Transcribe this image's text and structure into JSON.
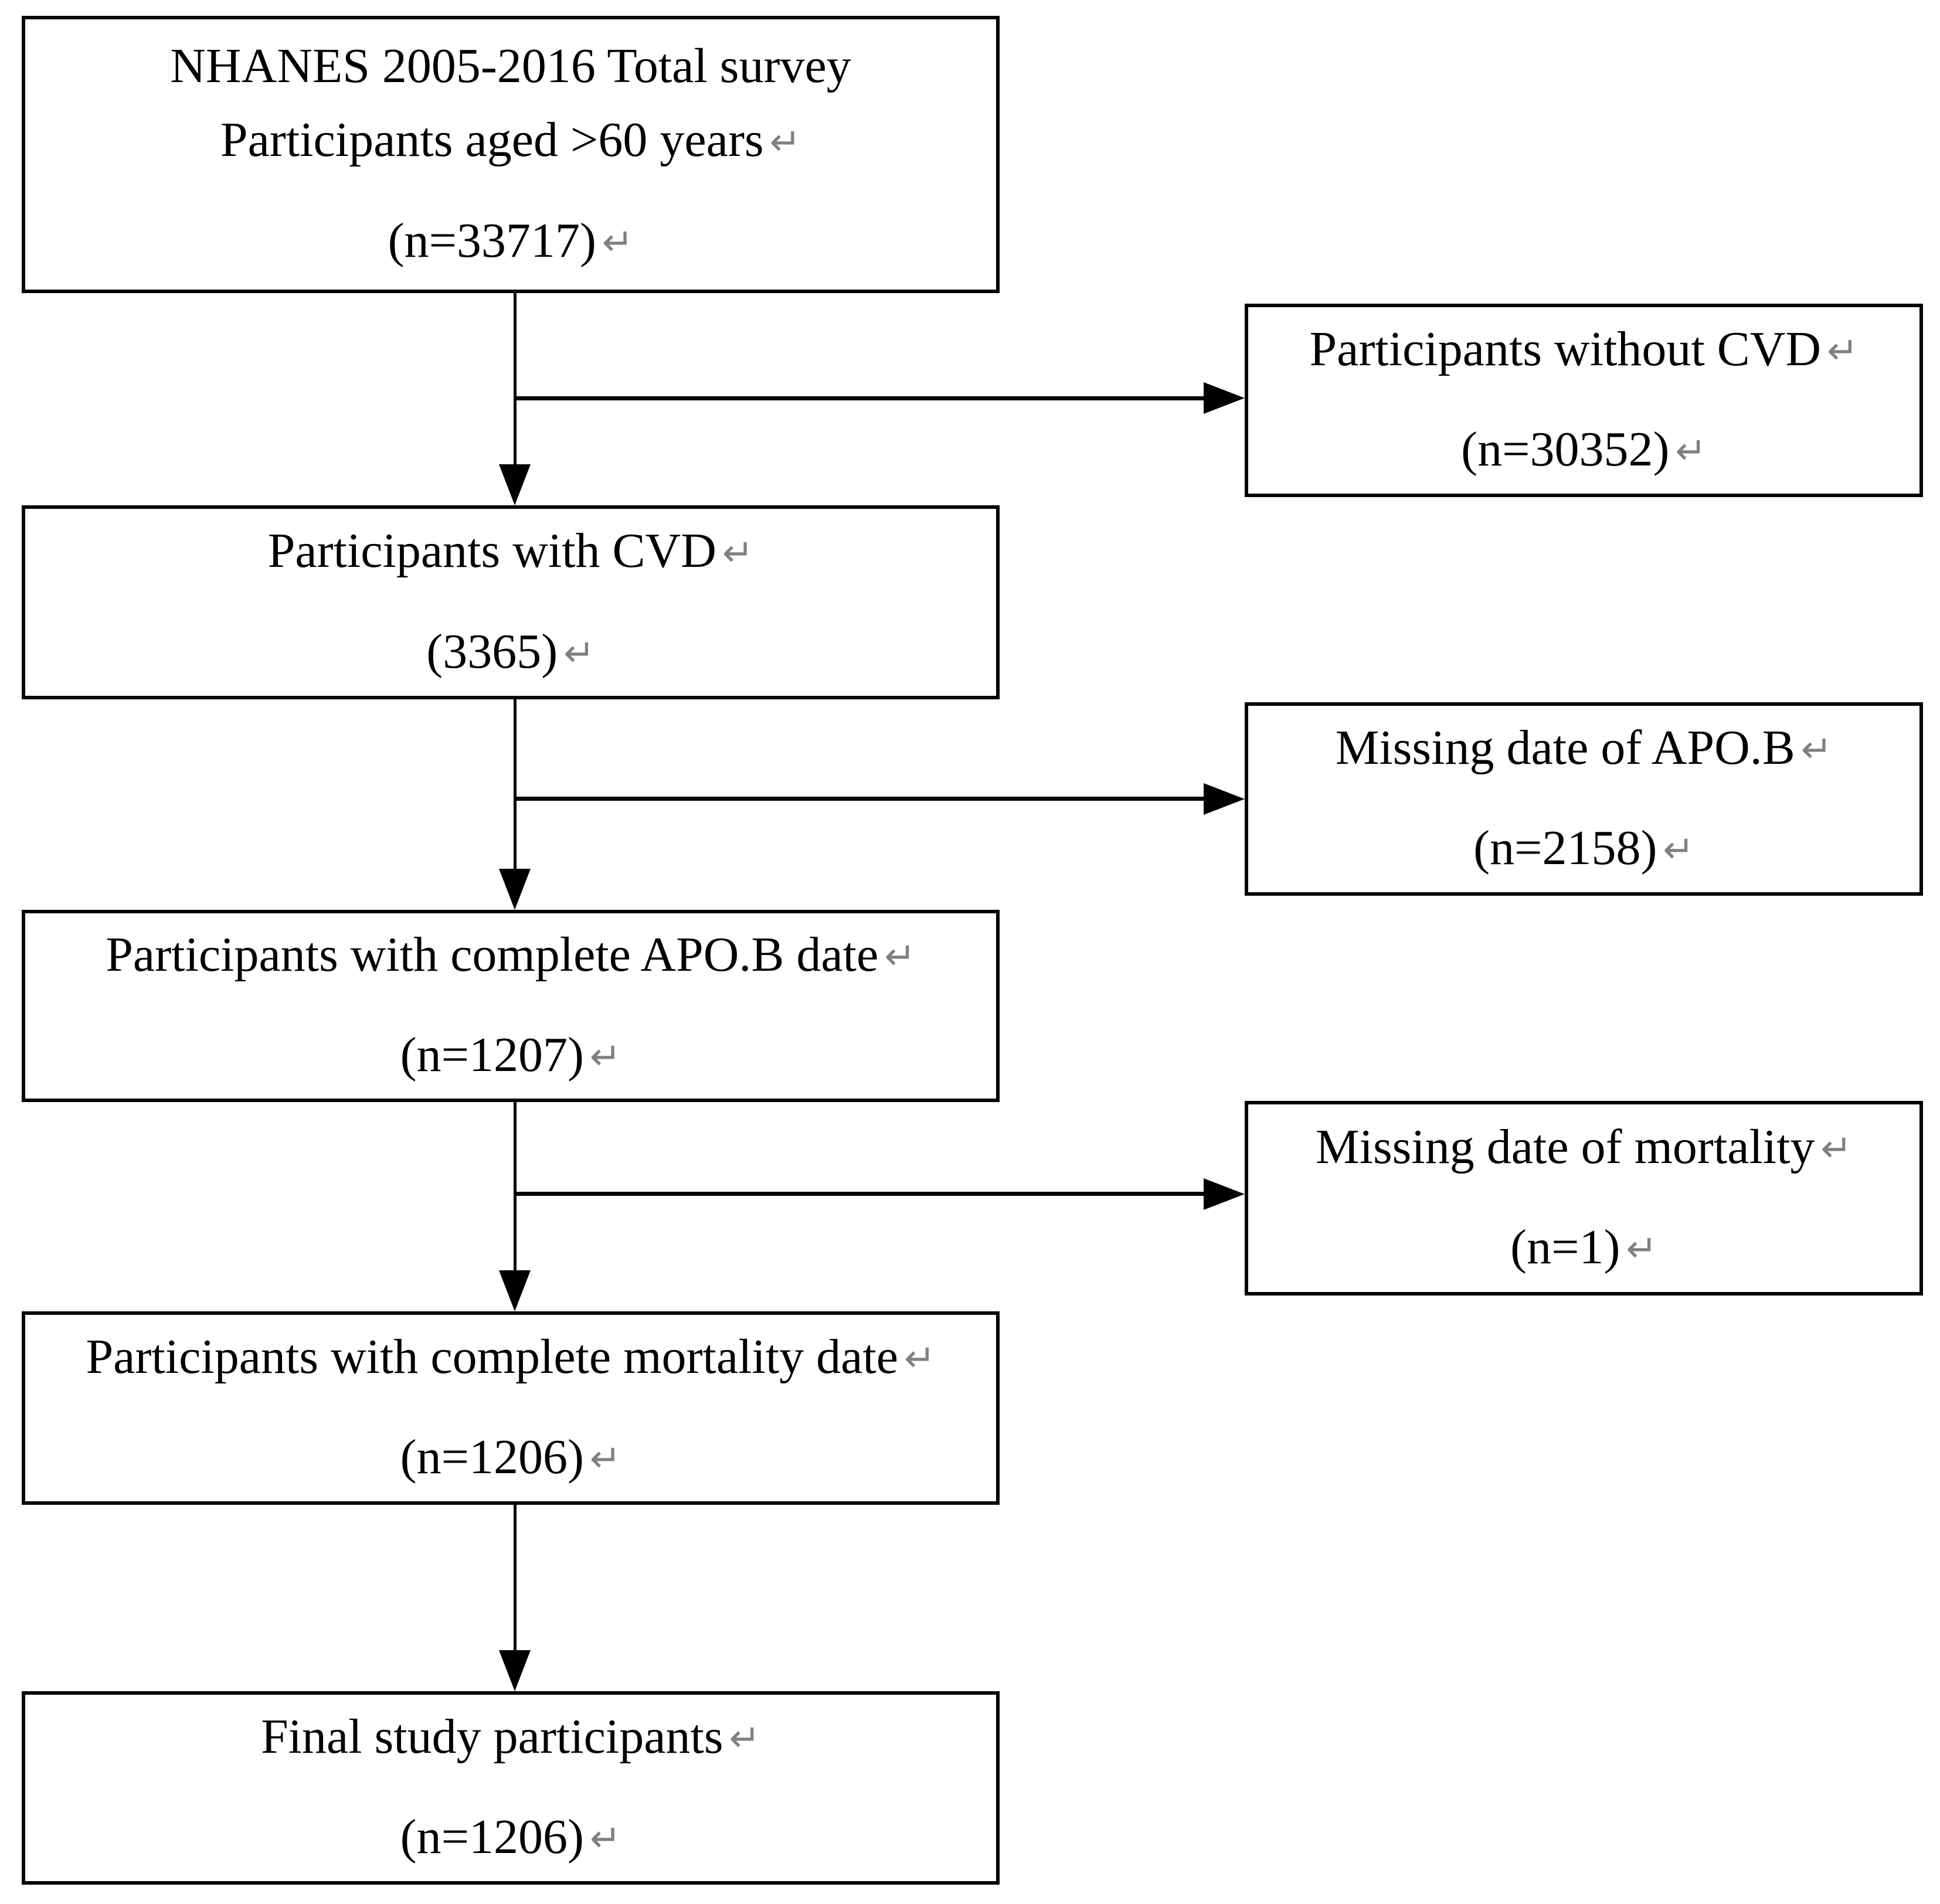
{
  "ui": {
    "return_mark": "↵",
    "colors": {
      "background": "#ffffff",
      "border": "#000000",
      "text": "#000000",
      "return_mark": "#808080"
    }
  },
  "flowchart": {
    "main_boxes": [
      {
        "title_lines": [
          "NHANES 2005-2016 Total survey",
          "Participants aged >60 years"
        ],
        "count": "(n=33717)"
      },
      {
        "title_lines": [
          "Participants with CVD"
        ],
        "count": "(3365)"
      },
      {
        "title_lines": [
          "Participants with complete APO.B date"
        ],
        "count": "(n=1207)"
      },
      {
        "title_lines": [
          "Participants with complete mortality date"
        ],
        "count": "(n=1206)"
      },
      {
        "title_lines": [
          "Final study participants"
        ],
        "count": "(n=1206)"
      }
    ],
    "side_boxes": [
      {
        "title_lines": [
          "Participants without CVD"
        ],
        "count": "(n=30352)"
      },
      {
        "title_lines": [
          "Missing date of APO.B"
        ],
        "count": "(n=2158)"
      },
      {
        "title_lines": [
          "Missing date of mortality"
        ],
        "count": "(n=1)"
      }
    ]
  }
}
